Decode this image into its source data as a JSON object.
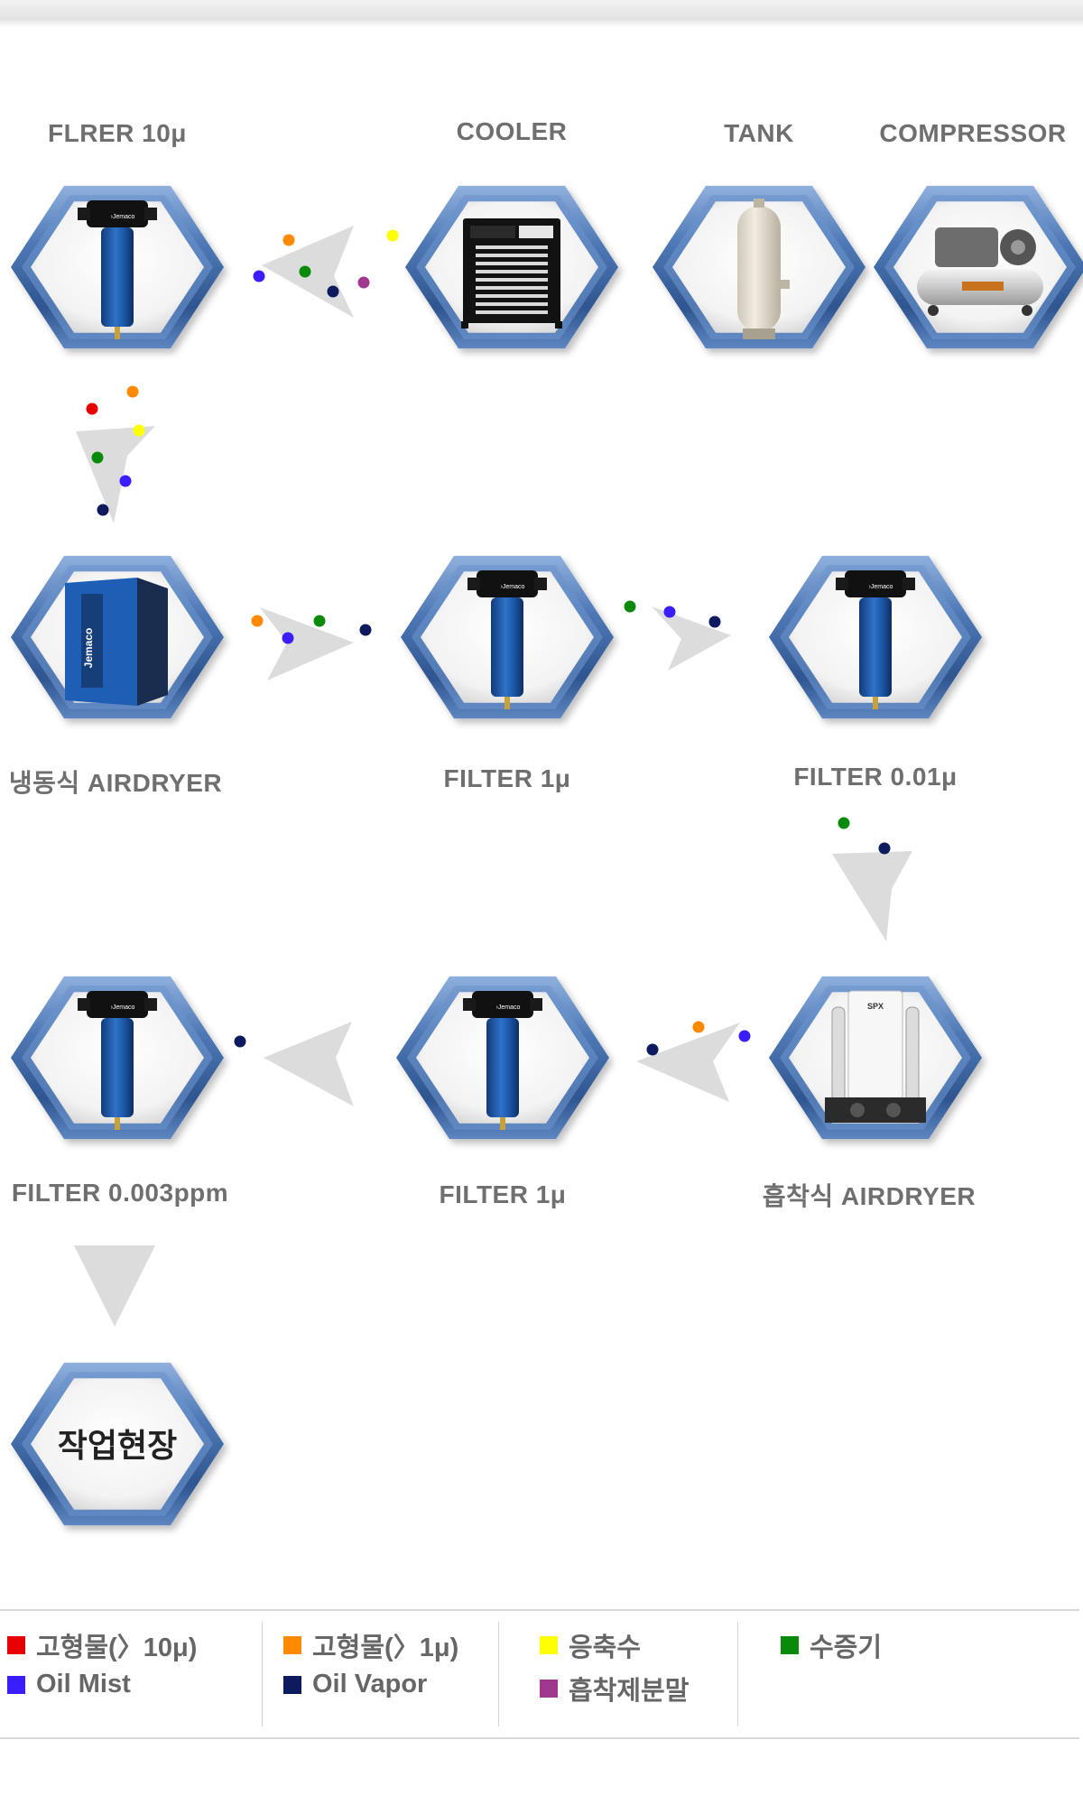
{
  "nodes": [
    {
      "id": "filter10",
      "label": "FLRER 10μ",
      "image": "filter",
      "icon": "filter-housing-icon"
    },
    {
      "id": "cooler",
      "label": "COOLER",
      "image": "cooler",
      "icon": "cooler-unit-icon"
    },
    {
      "id": "tank",
      "label": "TANK",
      "image": "tank",
      "icon": "air-tank-icon"
    },
    {
      "id": "compressor",
      "label": "COMPRESSOR",
      "image": "compressor",
      "icon": "compressor-icon"
    },
    {
      "id": "refdryer",
      "label": "냉동식 AIRDRYER",
      "image": "refdryer",
      "icon": "refrigerated-dryer-icon"
    },
    {
      "id": "filter1a",
      "label": "FILTER 1μ",
      "image": "filter",
      "icon": "filter-housing-icon"
    },
    {
      "id": "filter001",
      "label": "FILTER 0.01μ",
      "image": "filter",
      "icon": "filter-housing-icon"
    },
    {
      "id": "filter0003",
      "label": "FILTER 0.003ppm",
      "image": "filter",
      "icon": "filter-housing-icon"
    },
    {
      "id": "filter1b",
      "label": "FILTER 1μ",
      "image": "filter",
      "icon": "filter-housing-icon"
    },
    {
      "id": "adsdryer",
      "label": "흡착식 AIRDRYER",
      "image": "adsdryer",
      "icon": "adsorption-dryer-icon"
    },
    {
      "id": "worksite",
      "label": "",
      "image": "text",
      "text": "작업현장",
      "icon": "worksite-node"
    }
  ],
  "contaminants": [
    {
      "key": "solid10",
      "label": "고형물(〉10μ)",
      "color": "#e60000"
    },
    {
      "key": "solid1",
      "label": "고형물(〉1μ)",
      "color": "#ff8a00"
    },
    {
      "key": "condensate",
      "label": "응축수",
      "color": "#ffff00"
    },
    {
      "key": "vapor",
      "label": "수증기",
      "color": "#0a8a0a"
    },
    {
      "key": "oilmist",
      "label": "Oil Mist",
      "color": "#3a1eff"
    },
    {
      "key": "oilvapor",
      "label": "Oil Vapor",
      "color": "#0d1b5e"
    },
    {
      "key": "desiccant",
      "label": "흡착제분말",
      "color": "#a0388f"
    }
  ],
  "flow": [
    {
      "from": "cooler",
      "to": "filter10",
      "direction": "left",
      "particles": [
        "solid1",
        "condensate",
        "vapor",
        "oilmist",
        "oilvapor",
        "desiccant"
      ]
    },
    {
      "from": "filter10",
      "to": "refdryer",
      "direction": "down",
      "particles": [
        "solid10",
        "solid1",
        "condensate",
        "vapor",
        "oilmist",
        "oilvapor"
      ]
    },
    {
      "from": "refdryer",
      "to": "filter1a",
      "direction": "right",
      "particles": [
        "solid1",
        "vapor",
        "oilmist",
        "oilvapor"
      ]
    },
    {
      "from": "filter1a",
      "to": "filter001",
      "direction": "right",
      "particles": [
        "vapor",
        "oilmist",
        "oilvapor"
      ]
    },
    {
      "from": "filter001",
      "to": "adsdryer",
      "direction": "down",
      "particles": [
        "vapor",
        "oilvapor"
      ]
    },
    {
      "from": "adsdryer",
      "to": "filter1b",
      "direction": "left",
      "particles": [
        "solid1",
        "oilmist",
        "oilvapor"
      ]
    },
    {
      "from": "filter1b",
      "to": "filter0003",
      "direction": "left",
      "particles": [
        "oilvapor"
      ]
    },
    {
      "from": "filter0003",
      "to": "worksite",
      "direction": "down",
      "particles": []
    }
  ],
  "colors": {
    "hex_outer": "#4f79b6",
    "hex_dark": "#2f5590",
    "hex_light": "#a8c2e6",
    "arrow": "#dedede",
    "label_text": "#6f6f6f"
  }
}
